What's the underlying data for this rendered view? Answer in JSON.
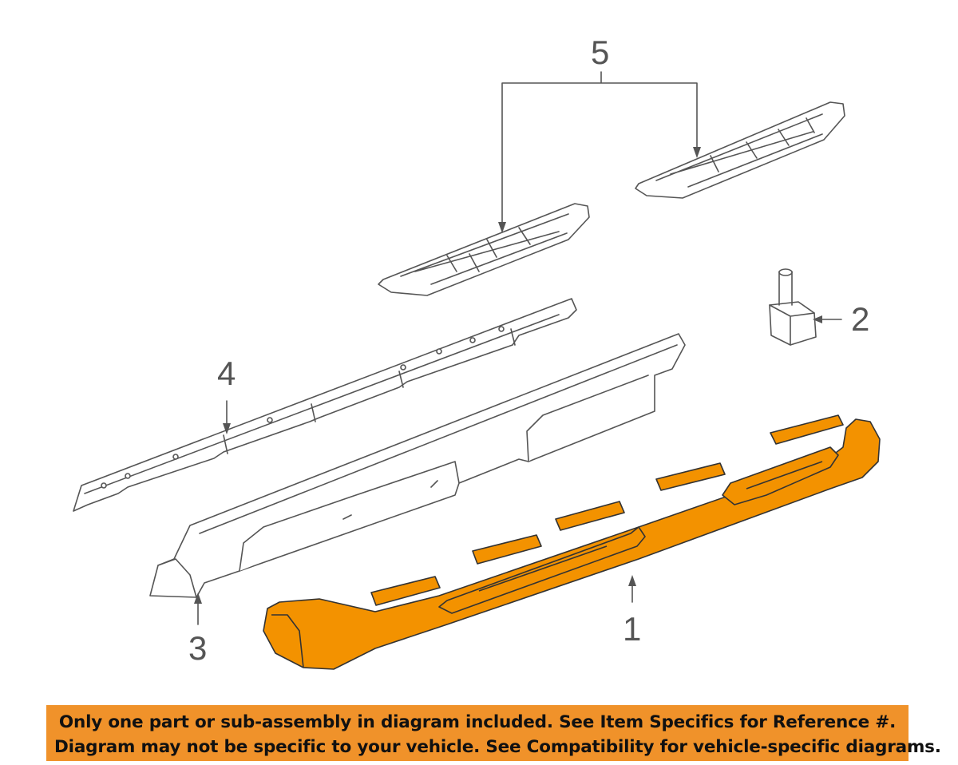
{
  "diagram": {
    "callouts": [
      {
        "id": "1",
        "label": "1"
      },
      {
        "id": "2",
        "label": "2"
      },
      {
        "id": "3",
        "label": "3"
      },
      {
        "id": "4",
        "label": "4"
      },
      {
        "id": "5",
        "label": "5"
      }
    ],
    "highlight_color": "#f39200",
    "line_color": "#555555"
  },
  "banner": {
    "line1": "Only one part or sub-assembly in diagram included. See Item Specifics for Reference #.",
    "line2": "Diagram may not be specific to your vehicle. See Compatibility for vehicle-specific diagrams.",
    "background": "#f0922a"
  }
}
